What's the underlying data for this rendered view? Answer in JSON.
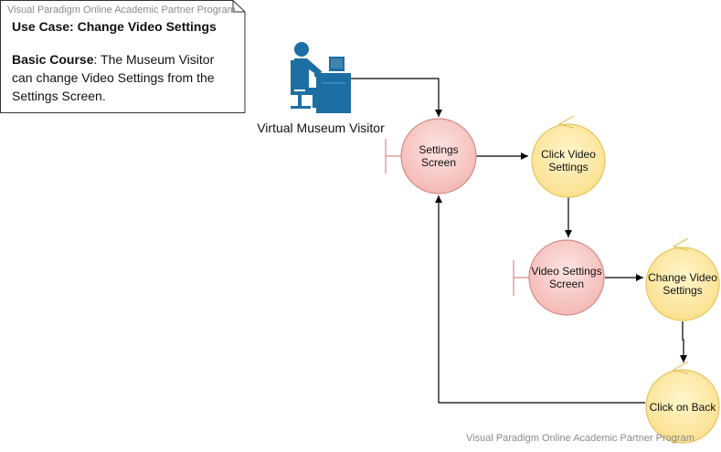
{
  "watermarks": {
    "top": "Visual Paradigm Online Academic Partner Program",
    "bottom": "Visual Paradigm Online Academic Partner Program"
  },
  "note": {
    "title": "Use Case: Change Video Settings",
    "body_label": "Basic Course",
    "body_text": ": The Museum Visitor can change Video Settings from the Settings Screen."
  },
  "actor": {
    "label": "Virtual Museum Visitor",
    "icon": "person-at-computer-icon",
    "color": "#1d6fa3"
  },
  "nodes": {
    "settings_screen": {
      "kind": "boundary",
      "label": "Settings Screen"
    },
    "click_video_settings": {
      "kind": "control",
      "label": "Click Video Settings"
    },
    "video_settings_screen": {
      "kind": "boundary",
      "label": "Video Settings Screen"
    },
    "change_video_settings": {
      "kind": "control",
      "label": "Change Video Settings"
    },
    "click_on_back": {
      "kind": "control",
      "label": "Click on Back"
    }
  },
  "colors": {
    "boundary_fill": "#f8cecc",
    "boundary_stroke": "#d48a86",
    "control_fill": "#fff2b3",
    "control_stroke": "#e6c35c",
    "edge": "#000000"
  }
}
